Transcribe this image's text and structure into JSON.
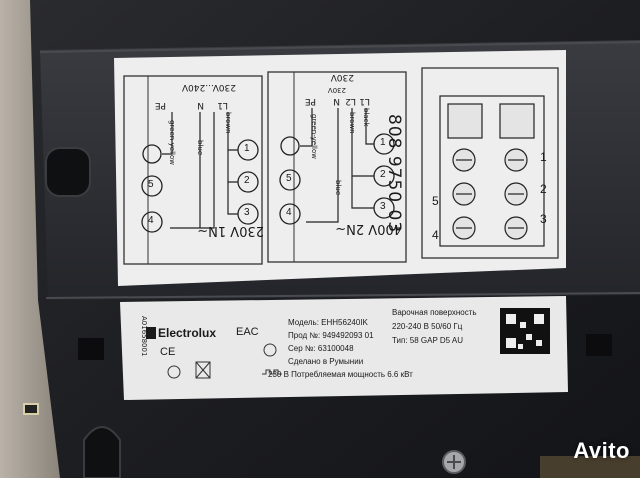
{
  "wiring_label": {
    "part_number": "808 9750 03",
    "left_panel": {
      "mode": "230V 1N~",
      "supply": "230V...240V",
      "terminals_top": [
        "PE",
        "N",
        "L1"
      ],
      "wires": [
        "green-yellow",
        "blue",
        "brown"
      ],
      "numbers": [
        "1",
        "2",
        "3",
        "4",
        "5"
      ]
    },
    "middle_panel": {
      "mode": "400V 2N~",
      "supply_outer": "230V",
      "supply_inner": "230V",
      "terminals_top": [
        "PE",
        "N",
        "L2",
        "L1"
      ],
      "wires": [
        "green-yellow",
        "blue",
        "brown",
        "black"
      ],
      "numbers": [
        "1",
        "2",
        "3",
        "4",
        "5"
      ]
    },
    "terminal_block_numbers": [
      "1",
      "2",
      "3",
      "4",
      "5"
    ]
  },
  "rating_plate": {
    "brand": "Electrolux",
    "marks": [
      "CE",
      "EAC"
    ],
    "side_code": "A01658001",
    "lines": [
      "Модель: EHH56240IK",
      "Прод №: 949492093 01",
      "Сер №: 63100048",
      "Сделано в Румынии",
      "230 В   Потребляемая мощность 6.6 кВт"
    ],
    "right_lines": [
      "Варочная поверхность",
      "220-240 В 50/60 Гц",
      "Тип: 58 GAP D5 AU"
    ]
  },
  "watermark": "Avito",
  "colors": {
    "housing": "#1c1d20",
    "label_paper": "#eeeeee",
    "plate": "#e9e9e9"
  }
}
